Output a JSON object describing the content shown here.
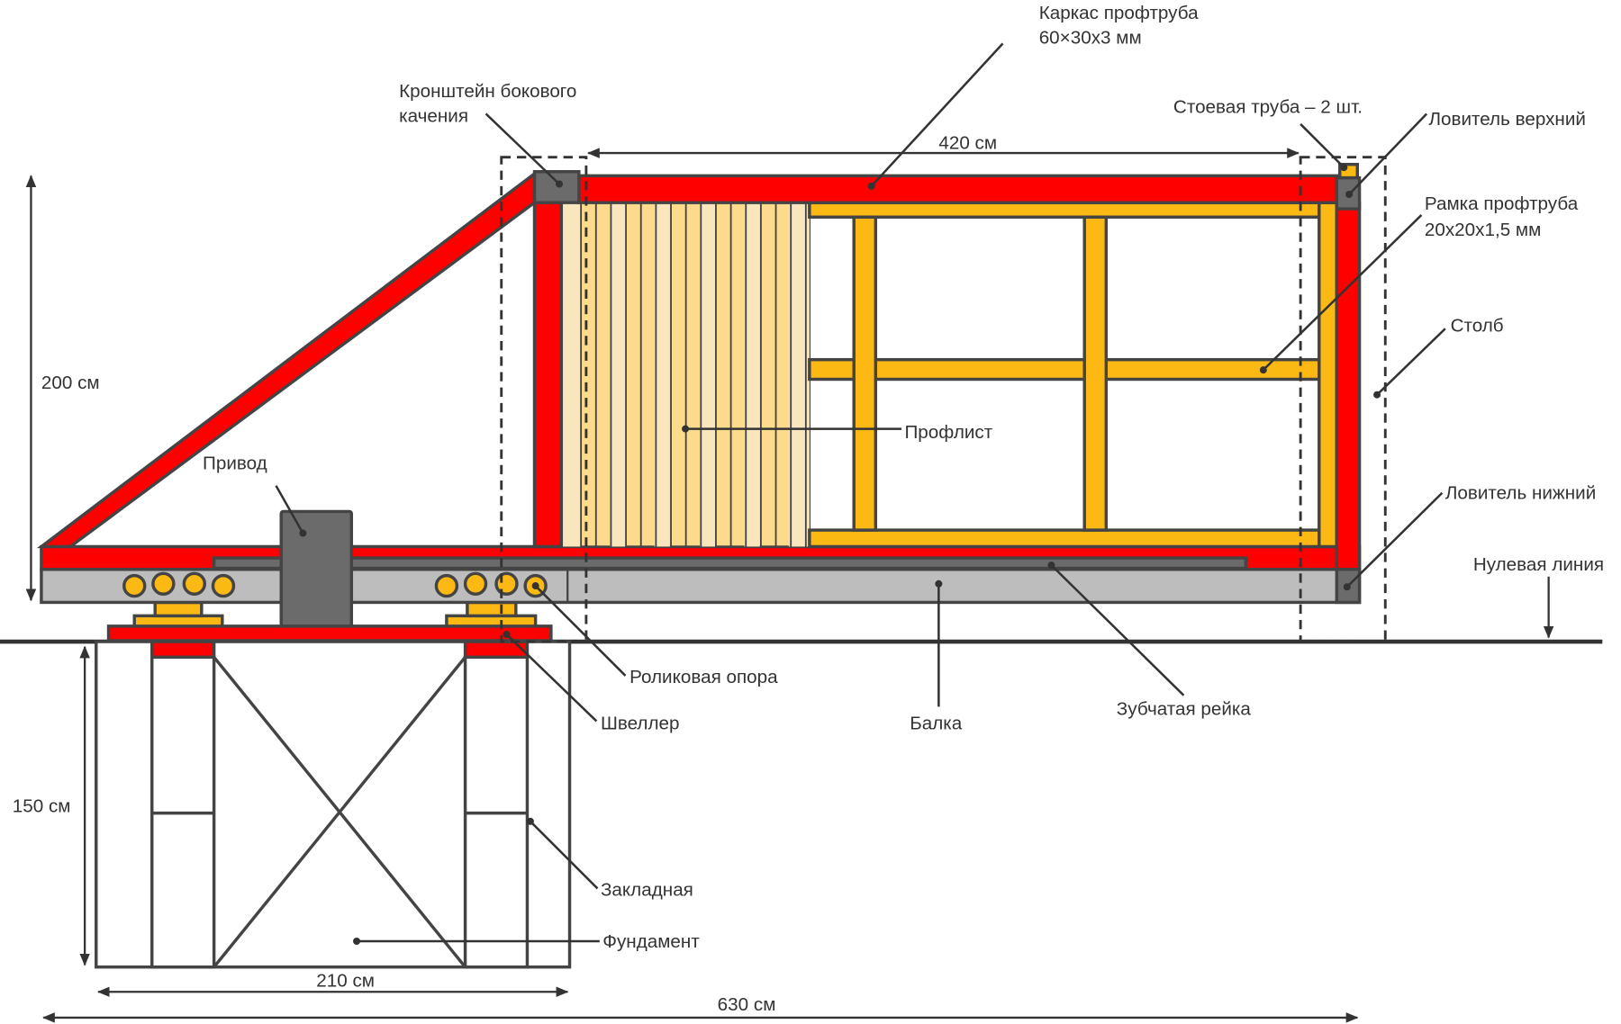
{
  "title": "Схема откатных ворот",
  "colors": {
    "frame_red": "#ff0000",
    "frame_yellow": "#fdb913",
    "sheet_light": "#f9e6bd",
    "sheet_dark": "#fddb8c",
    "beam_gray": "#bdbdbd",
    "dark_gray": "#6b6b6b",
    "outline": "#444444"
  },
  "dimensions": {
    "height_gate": "200 см",
    "width_opening": "420 см",
    "depth_foundation": "150 см",
    "width_foundation": "210 см",
    "total_length": "630 см"
  },
  "labels": {
    "frame_line1": "Каркас профтруба",
    "frame_line2": "60×30х3 мм",
    "bracket_line1": "Кронштейн бокового",
    "bracket_line2": "качения",
    "post_pipe": "Стоевая труба – 2 шт.",
    "catcher_top": "Ловитель верхний",
    "inner_frame_line1": "Рамка профтруба",
    "inner_frame_line2": "20х20х1,5 мм",
    "post": "Столб",
    "sheet": "Профлист",
    "drive": "Привод",
    "catcher_bottom": "Ловитель нижний",
    "zero_line": "Нулевая линия",
    "roller_support": "Роликовая опора",
    "channel": "Швеллер",
    "beam": "Балка",
    "gear_rack": "Зубчатая рейка",
    "embedded": "Закладная",
    "foundation": "Фундамент"
  }
}
